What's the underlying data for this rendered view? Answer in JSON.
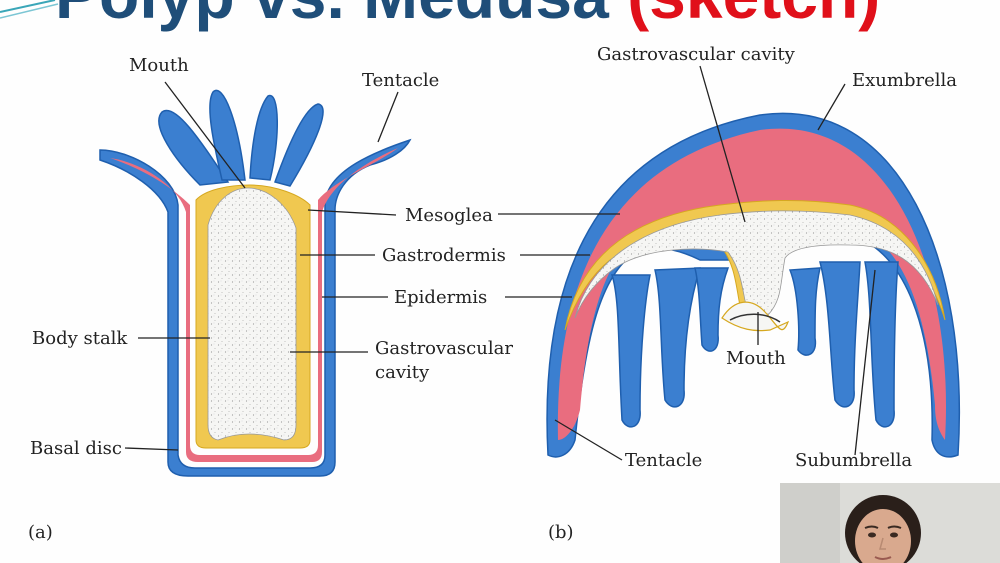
{
  "slide": {
    "title_main": "Polyp vs. Medusa ",
    "title_accent": "(sketch)"
  },
  "polyp": {
    "panel_label": "(a)",
    "labels": {
      "mouth": "Mouth",
      "tentacle": "Tentacle",
      "mesoglea": "Mesoglea",
      "gastrodermis": "Gastrodermis",
      "epidermis": "Epidermis",
      "body_stalk": "Body stalk",
      "gastrovascular_cavity_line1": "Gastrovascular",
      "gastrovascular_cavity_line2": "cavity",
      "basal_disc": "Basal disc"
    }
  },
  "medusa": {
    "panel_label": "(b)",
    "labels": {
      "gastrovascular_cavity": "Gastrovascular cavity",
      "exumbrella": "Exumbrella",
      "mouth": "Mouth",
      "tentacle": "Tentacle",
      "subumbrella": "Subumbrella"
    }
  },
  "colors": {
    "epidermis": "#3b7fd0",
    "mesoglea": "#f0c850",
    "gastrodermis": "#e96d7f",
    "cavity": "#f2f2f0",
    "title_main": "#1f4e79",
    "title_accent": "#e0101a"
  }
}
